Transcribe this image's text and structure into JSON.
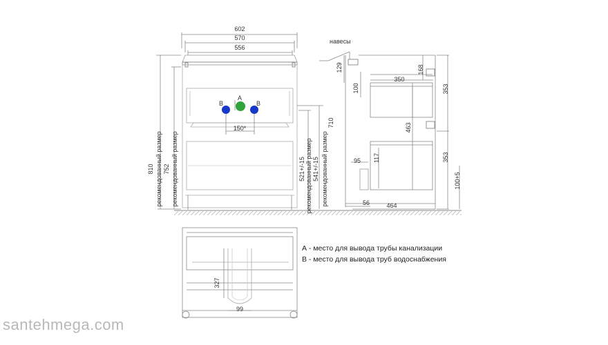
{
  "front": {
    "dims": {
      "w602": "602",
      "w570": "570",
      "w556": "556",
      "w150": "150*"
    },
    "points": {
      "a": "А",
      "b_left": "В",
      "b_right": "В"
    },
    "height_labels": {
      "h810": "810",
      "h752": "752",
      "rec_size_1": "рекомендованный размер",
      "rec_size_2": "рекомендованный размер",
      "h521": "521+/-15",
      "h541": "541+/-15",
      "h710": "710",
      "rec_size_3": "рекомендованный размер",
      "rec_size_4": "рекомендованный размер"
    },
    "colors": {
      "a": "#2fa43a",
      "b": "#1637c9"
    }
  },
  "side": {
    "hinges": "навесы",
    "dims": {
      "d129": "129",
      "d100": "100",
      "d350": "350",
      "d168": "168",
      "d353_top": "353",
      "d463": "463",
      "d353_bottom": "353",
      "d95": "95",
      "d117": "117",
      "d100_5": "100+5",
      "d56": "56",
      "d464": "464"
    }
  },
  "top": {
    "dims": {
      "d327": "327",
      "d99": "99"
    }
  },
  "legend": {
    "a": "А - место для вывода трубы канализации",
    "b": "В - место для вывода труб водоснабжения"
  },
  "watermark": "santehmega.com"
}
